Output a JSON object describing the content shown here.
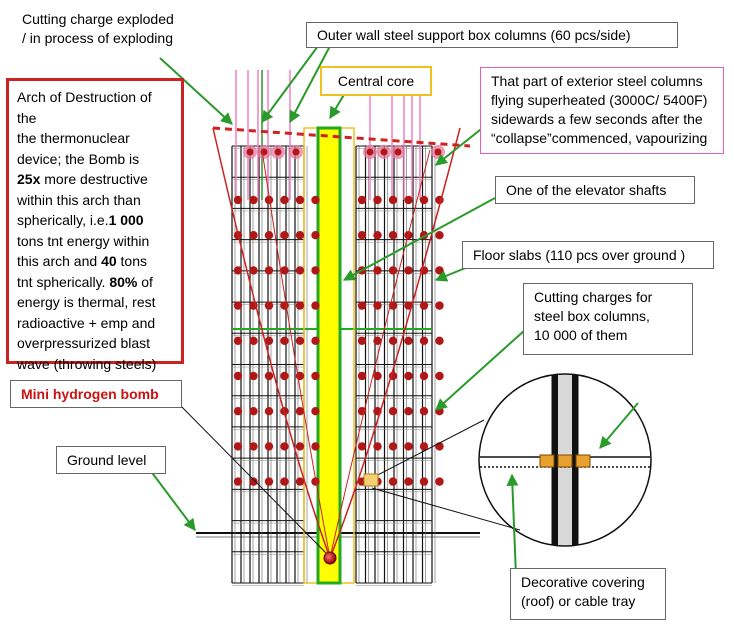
{
  "colors": {
    "core": "#ffff00",
    "core_border": "#22aa22",
    "charge": "#b01818",
    "arch": "#cc2222",
    "grid": "#111111",
    "floor_green": "#22aa22",
    "arrow": "#2a9a2a",
    "pink_column": "#f080c0"
  },
  "labels": {
    "cutting_charge_exploded": [
      "Cutting charge exploded",
      "/ in process of exploding"
    ],
    "outer_wall_columns": "Outer wall steel support box columns (60 pcs/side)",
    "central_core": "Central core",
    "exterior_columns_flying": [
      "That part of exterior steel columns",
      "flying superheated (3000C/ 5400F)",
      "sidewards a few seconds after the",
      "“collapse”commenced, vapourizing"
    ],
    "elevator_shafts": "One of the elevator shafts",
    "floor_slabs": "Floor slabs (110 pcs over ground )",
    "cutting_charges_steel": [
      "Cutting charges for",
      "steel box columns,",
      "10 000 of them"
    ],
    "mini_hydrogen_bomb": "Mini hydrogen bomb",
    "ground_level": "Ground level",
    "decorative_covering": [
      "Decorative  covering",
      "(roof) or cable tray"
    ]
  },
  "arch_text": {
    "lines": [
      [
        {
          "t": "Arch of Destruction of the"
        }
      ],
      [
        {
          "t": "the thermonuclear"
        }
      ],
      [
        {
          "t": "device; the Bomb is"
        }
      ],
      [
        {
          "t": "25x",
          "b": true
        },
        {
          "t": " more destructive"
        }
      ],
      [
        {
          "t": "within this arch than"
        }
      ],
      [
        {
          "t": "spherically, i.e."
        },
        {
          "t": "1 000",
          "b": true
        }
      ],
      [
        {
          "t": "tons tnt energy within"
        }
      ],
      [
        {
          "t": "this arch and "
        },
        {
          "t": "40",
          "b": true
        },
        {
          "t": " tons"
        }
      ],
      [
        {
          "t": "tnt spherically. "
        },
        {
          "t": "80%",
          "b": true
        },
        {
          "t": " of"
        }
      ],
      [
        {
          "t": "energy is thermal, rest"
        }
      ],
      [
        {
          "t": "radioactive + emp and"
        }
      ],
      [
        {
          "t": "overpressurized blast"
        }
      ],
      [
        {
          "t": "wave (throwing steels)"
        }
      ]
    ]
  },
  "diagram": {
    "floors": 14,
    "left_columns": 8,
    "right_columns": 8,
    "charge_rows": 9
  }
}
